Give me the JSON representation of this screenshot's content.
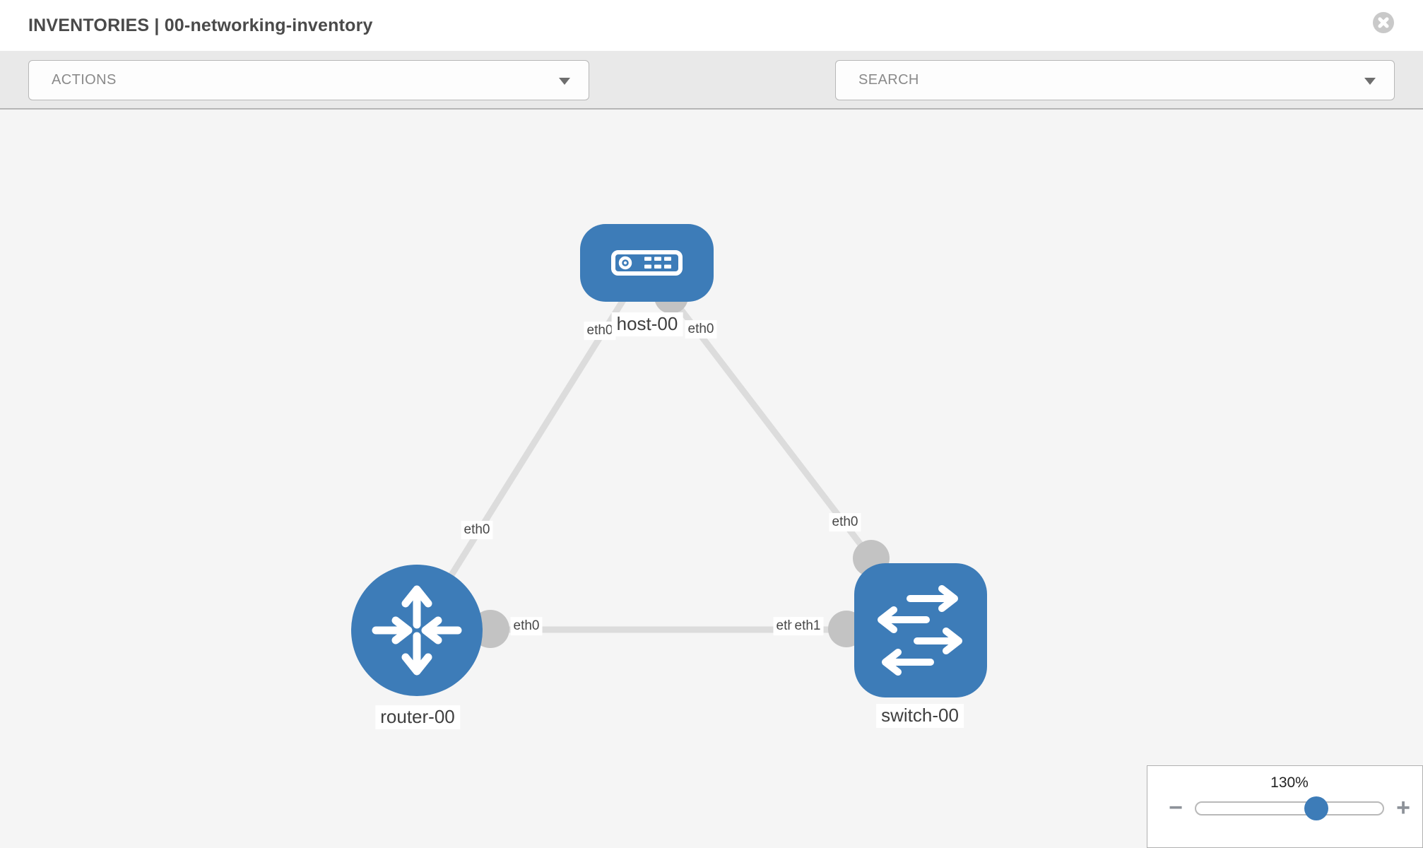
{
  "header": {
    "title": "INVENTORIES | 00-networking-inventory"
  },
  "toolbar": {
    "actions_placeholder": "ACTIONS",
    "search_placeholder": "SEARCH"
  },
  "topology": {
    "nodes": [
      {
        "id": "host-00",
        "type": "host",
        "label": "host-00"
      },
      {
        "id": "router-00",
        "type": "router",
        "label": "router-00"
      },
      {
        "id": "switch-00",
        "type": "switch",
        "label": "switch-00"
      }
    ],
    "links": [
      {
        "from": "host-00",
        "to": "router-00",
        "from_iface": "eth0",
        "to_iface": "eth0"
      },
      {
        "from": "host-00",
        "to": "switch-00",
        "from_iface": "eth0",
        "to_iface": "eth0"
      },
      {
        "from": "router-00",
        "to": "switch-00",
        "from_iface": "eth0",
        "to_iface": "eth1",
        "to_iface_overlapped": "eth0"
      }
    ]
  },
  "zoom_control": {
    "level": "130%",
    "minus_label": "−",
    "plus_label": "+"
  },
  "colors": {
    "node_blue": "#3d7cb8",
    "link_gray": "#dcdcdc",
    "port_gray": "#c3c3c3",
    "header_text": "#4a4a4a",
    "toolbar_bg": "#e9e9e9",
    "canvas_bg": "#f5f5f5"
  }
}
